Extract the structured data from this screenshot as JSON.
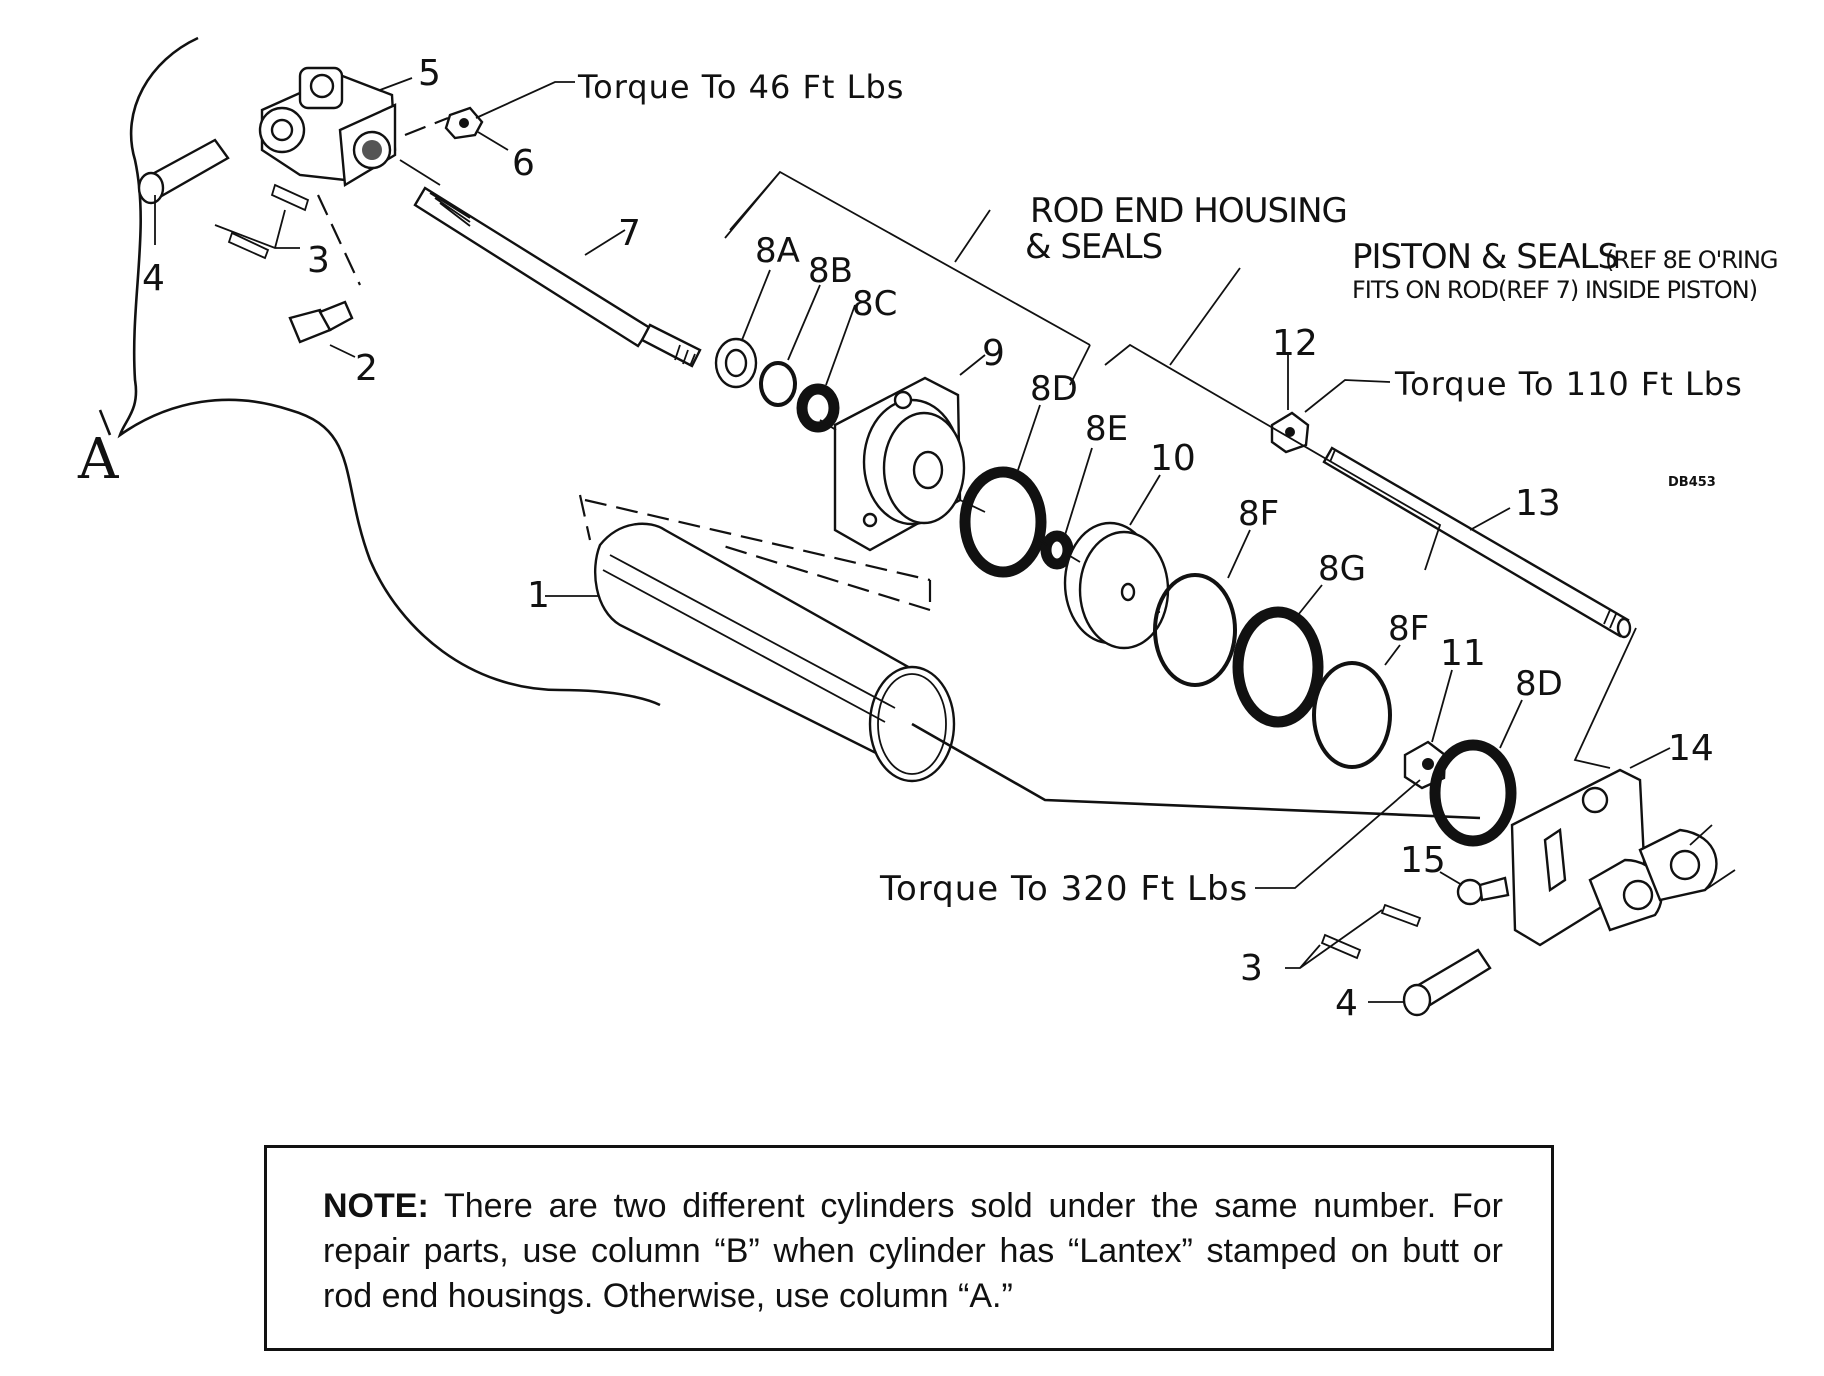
{
  "diagram": {
    "view_label": "A",
    "drawing_code": "DB453",
    "torque_labels": {
      "t46": "Torque To 46 Ft Lbs",
      "t110": "Torque To 110 Ft Lbs",
      "t320": "Torque To 320 Ft Lbs"
    },
    "group_labels": {
      "rod_end_line1": "ROD END HOUSING",
      "rod_end_line2": "& SEALS",
      "piston_line1": "PISTON & SEALS",
      "piston_line1_ref": "(REF 8E O'RING",
      "piston_line2": "FITS ON ROD(REF 7) INSIDE PISTON)"
    },
    "callouts": {
      "c1": "1",
      "c2": "2",
      "c3a": "3",
      "c3b": "3",
      "c4a": "4",
      "c4b": "4",
      "c5": "5",
      "c6": "6",
      "c7": "7",
      "c8a": "8A",
      "c8b": "8B",
      "c8c": "8C",
      "c8d_top": "8D",
      "c8e": "8E",
      "c8f_1": "8F",
      "c8g": "8G",
      "c8f_2": "8F",
      "c8d_bot": "8D",
      "c9": "9",
      "c10": "10",
      "c11": "11",
      "c12": "12",
      "c13": "13",
      "c14": "14",
      "c15": "15"
    }
  },
  "note": {
    "label": "NOTE:",
    "text": "There are two different cylinders sold under the same number. For repair parts, use column “B” when cylinder has “Lantex” stamped on butt or rod end housings. Otherwise, use column “A.”"
  }
}
